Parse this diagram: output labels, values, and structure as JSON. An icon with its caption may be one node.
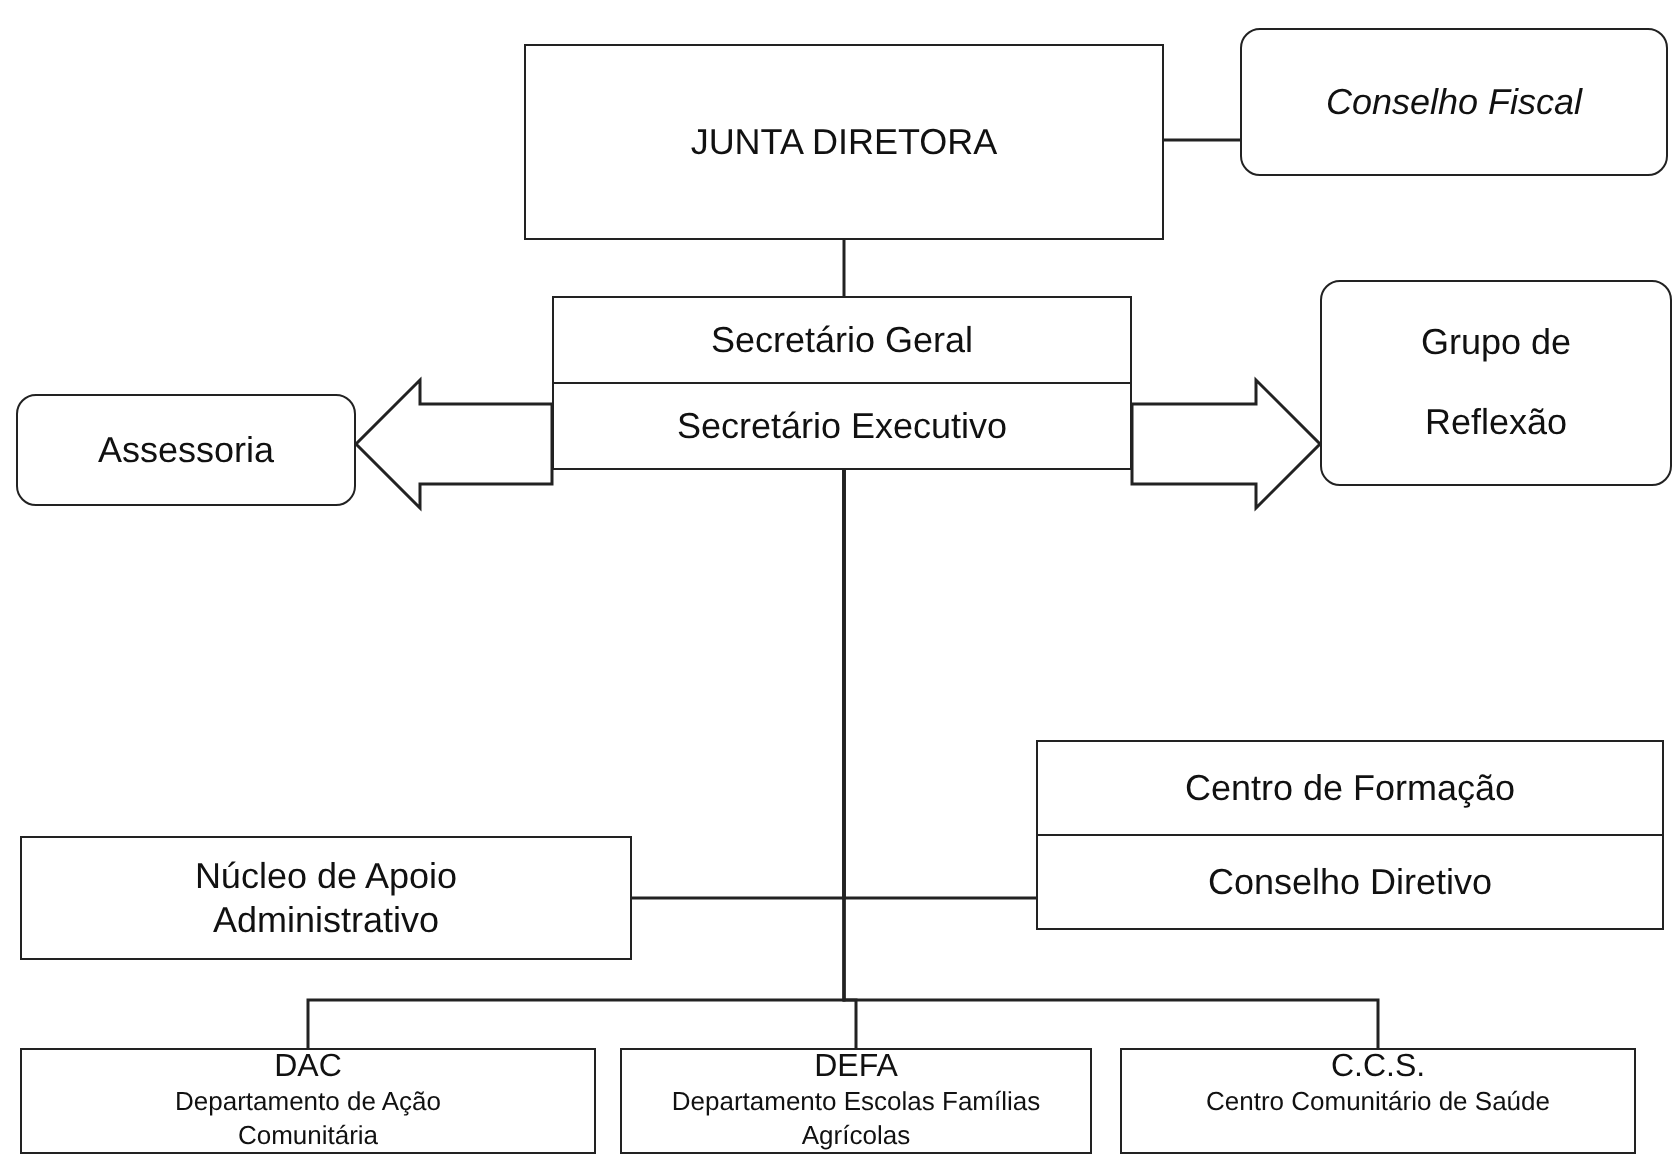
{
  "diagram": {
    "nodes": [
      {
        "text": [
          "JUNTA DIRETORA"
        ]
      },
      {
        "text": [
          "Conselho Fiscal"
        ]
      },
      {
        "text": [
          "Secretário Geral",
          "Secretário Executivo"
        ]
      },
      {
        "text": [
          "Assessoria"
        ]
      },
      {
        "text": [
          "Grupo de Reflexão"
        ]
      },
      {
        "text": [
          "Núcleo de Apoio Administrativo"
        ]
      },
      {
        "text": [
          "Centro de Formação",
          "Conselho Diretivo"
        ]
      },
      {
        "text": [
          "DAC",
          "Departamento de Ação Comunitária"
        ]
      },
      {
        "text": [
          "DEFA",
          "Departamento Escolas Famílias Agrícolas"
        ]
      },
      {
        "text": [
          "C.C.S.",
          "Centro Comunitário de Saúde"
        ]
      }
    ],
    "edges": [
      {
        "from": 0,
        "to": 1,
        "arrow": "none"
      },
      {
        "from": 0,
        "to": 2,
        "arrow": "none"
      },
      {
        "from": 2,
        "to": 3,
        "arrow": "to"
      },
      {
        "from": 2,
        "to": 4,
        "arrow": "to"
      },
      {
        "from": 2,
        "to": 5,
        "arrow": "none"
      },
      {
        "from": 2,
        "to": 6,
        "arrow": "none"
      },
      {
        "from": 2,
        "to": 7,
        "arrow": "none"
      },
      {
        "from": 2,
        "to": 8,
        "arrow": "none"
      },
      {
        "from": 2,
        "to": 9,
        "arrow": "none"
      }
    ]
  }
}
